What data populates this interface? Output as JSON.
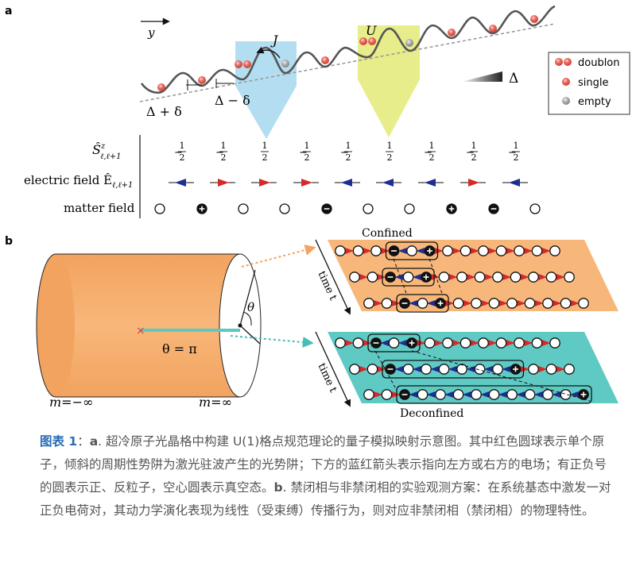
{
  "panel_a": {
    "label": "a",
    "y_axis": "y",
    "hopping": "J",
    "interaction": "U",
    "tilt": "Δ",
    "offset_plus": "Δ + δ",
    "offset_minus": "Δ − δ",
    "legend": {
      "doublon": "doublon",
      "single": "single",
      "empty": "empty"
    },
    "spin_label": "Ŝ",
    "spin_sub": "ℓ,ℓ+1",
    "spin_sup": "z",
    "spin_values": [
      "−1/2",
      "−1/2",
      "1/2",
      "−1/2",
      "−1/2",
      "1/2",
      "−1/2",
      "−1/2",
      "−1/2"
    ],
    "efield_label": "electric field Ê",
    "efield_sub": "ℓ,ℓ+1",
    "efield_dirs": [
      "L",
      "R",
      "R",
      "R",
      "L",
      "L",
      "L",
      "R",
      "L"
    ],
    "matter_label": "matter field",
    "matter_values": [
      "0",
      "+",
      "0",
      "0",
      "-",
      "0",
      "0",
      "+",
      "-",
      "0"
    ]
  },
  "panel_b": {
    "label": "b",
    "theta": "θ",
    "theta_eq": "θ = π",
    "m_left": "m=−∞",
    "m_right": "m=∞",
    "time": "time t",
    "confined_title": "Confined",
    "deconfined_title": "Deconfined"
  },
  "colors": {
    "red_arrow": "#d42a2a",
    "blue_arrow": "#1f2f8f",
    "orange_panel": "#f8b77a",
    "cyan_panel": "#5fc9c4",
    "blue_beam": "#b3def2",
    "yellow_beam": "#e7ed8a",
    "atom": "#e8655a",
    "empty_atom": "#a8a8a8"
  },
  "caption": {
    "label": "图表 1",
    "sep": "：",
    "part_a": "a",
    "text_a": ". 超冷原子光晶格中构建 U(1)格点规范理论的量子模拟映射示意图。其中红色圆球表示单个原子，倾斜的周期性势阱为激光驻波产生的光势阱；下方的蓝红箭头表示指向左方或右方的电场；有正负号的圆表示正、反粒子，空心圆表示真空态。",
    "part_b": "b",
    "text_b": ". 禁闭相与非禁闭相的实验观测方案：在系统基态中激发一对正负电荷对，其动力学演化表现为线性（受束缚）传播行为，则对应非禁闭相（禁闭相）的物理特性。"
  }
}
